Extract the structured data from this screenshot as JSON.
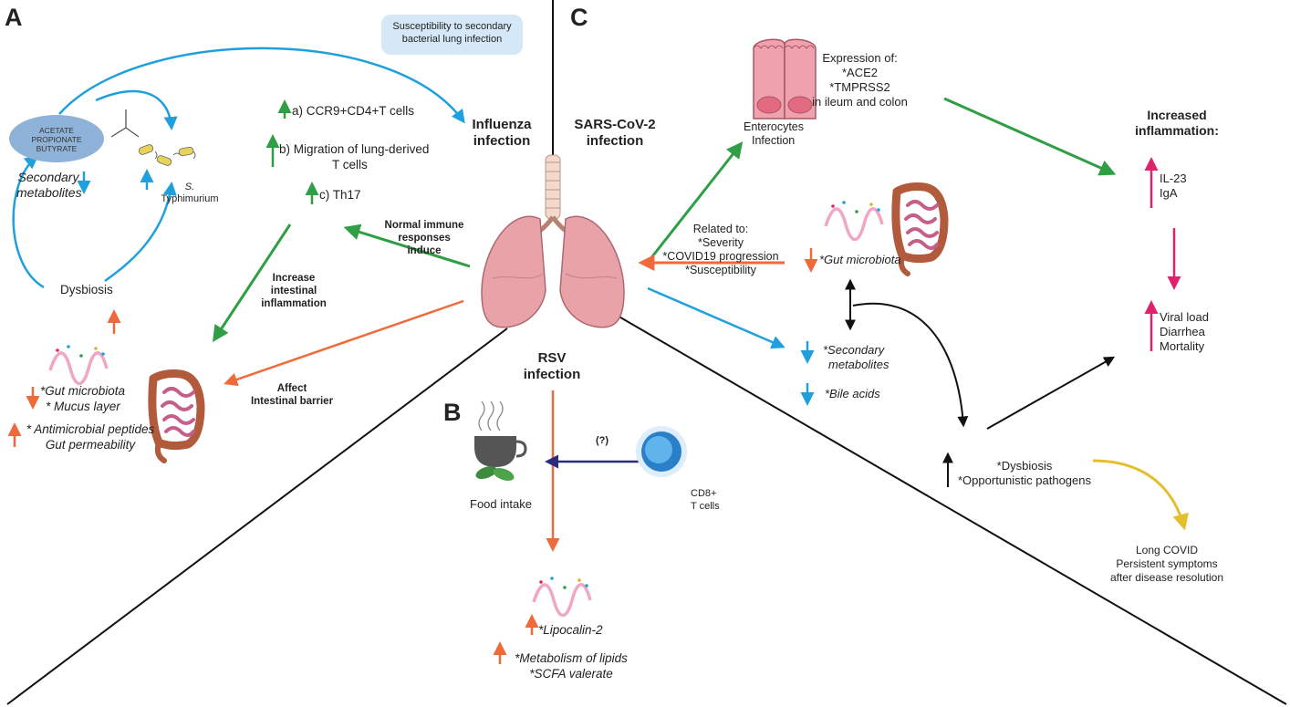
{
  "panels": {
    "a": "A",
    "b": "B",
    "c": "C"
  },
  "colors": {
    "blue_arrow": "#1fa0dc",
    "green_arrow": "#2f9e44",
    "orange_arrow": "#ef6a3a",
    "navy_arrow": "#2c2c7c",
    "black_arrow": "#111111",
    "yellow_arrow": "#e2bf2b",
    "pink_arrow": "#e0226e",
    "blue_box": "#d4e8f7",
    "green_box": "#d9ecd6",
    "peach_box": "#fbe1d0",
    "pink_box": "#f9d3dc",
    "grey_box": "#ececec",
    "yellow_box": "#f3e7a8"
  },
  "infections": {
    "influenza": [
      "Influenza",
      "infection"
    ],
    "sars": [
      "SARS-CoV-2",
      "infection"
    ],
    "rsv": [
      "RSV",
      "infection"
    ]
  },
  "panel_a": {
    "secondary_infection": [
      "Susceptibility to secondary",
      "bacterial lung infection"
    ],
    "scfa": [
      "ACETATE",
      "PROPIONATE",
      "BUTYRATE"
    ],
    "secondary_metabolites": [
      "Secondary",
      "metabolites"
    ],
    "typhimurium": [
      "S.",
      "Typhimurium"
    ],
    "dysbiosis": "Dysbiosis",
    "tcells": [
      "a) CCR9+CD4+T cells",
      "b) Migration of lung-derived",
      "T cells",
      "c) Th17"
    ],
    "normal_immune": [
      "Normal immune",
      "responses",
      "induce"
    ],
    "increase_inflammation": [
      "Increase",
      "intestinal",
      "inflammation"
    ],
    "affect_barrier": [
      "Affect",
      "Intestinal barrier"
    ],
    "gut_effects": [
      "*Gut microbiota",
      "* Mucus layer",
      "* Antimicrobial peptides",
      "Gut permeability"
    ]
  },
  "panel_b": {
    "unknown": "(?)",
    "food_intake": "Food intake",
    "cd8": [
      "CD8+",
      "T cells"
    ],
    "results": [
      "*Lipocalin-2",
      "*Metabolism of lipids",
      "*SCFA valerate"
    ]
  },
  "panel_c": {
    "expression": [
      "Expression of:",
      "*ACE2",
      "*TMPRSS2",
      "in ileum and colon"
    ],
    "enterocytes": [
      "Enterocytes",
      "Infection"
    ],
    "related": [
      "Related to:",
      "*Severity",
      "*COVID19 progression",
      "*Susceptibility"
    ],
    "gut_microbiota": "*Gut microbiota",
    "secondary": [
      "*Secondary",
      "metabolites"
    ],
    "bile_acids": "*Bile acids",
    "dysbiosis_box": [
      "*Dysbiosis",
      "*Opportunistic pathogens"
    ],
    "inflammation_title": [
      "Increased",
      "inflammation:"
    ],
    "inflammation_markers": [
      "IL-23",
      "IgA"
    ],
    "outcomes": [
      "Viral load",
      "Diarrhea",
      "Mortality"
    ],
    "long_covid": [
      "Long COVID",
      "Persistent symptoms",
      "after disease resolution"
    ]
  }
}
